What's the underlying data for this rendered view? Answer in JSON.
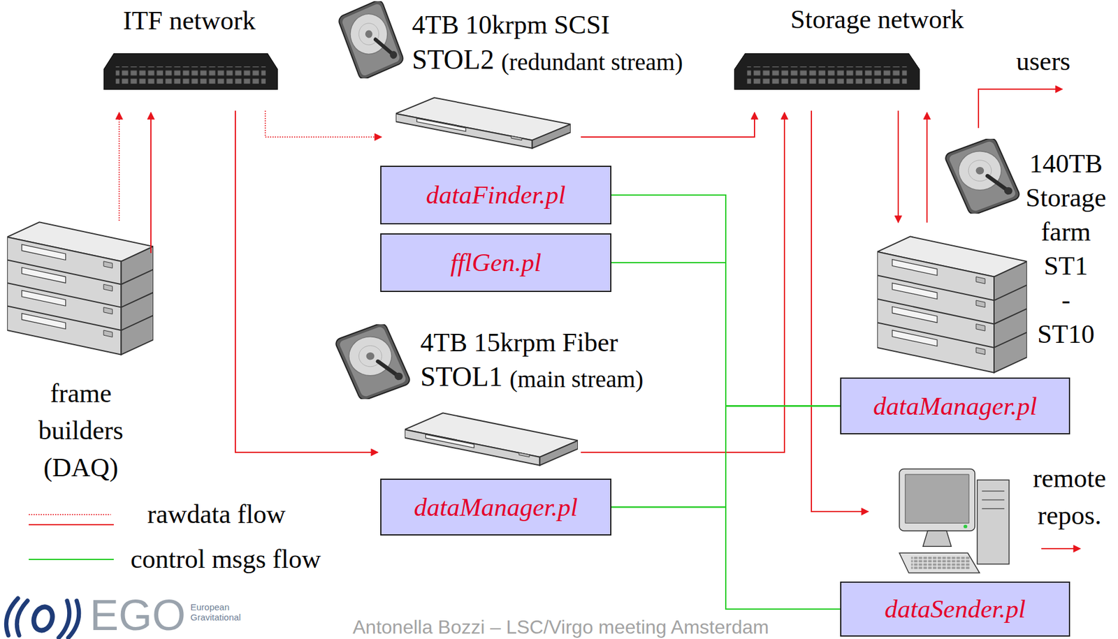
{
  "diagram": {
    "nodes": [
      {
        "text": [
          "dataFinder.pl"
        ]
      },
      {
        "text": [
          "fflGen.pl"
        ]
      },
      {
        "text": [
          "dataManager.pl"
        ]
      },
      {
        "text": [
          "dataManager.pl"
        ]
      },
      {
        "text": [
          "dataSender.pl"
        ]
      }
    ],
    "edges": [
      {
        "from": 0,
        "to": 2,
        "arrow": "none"
      },
      {
        "from": 0,
        "to": 4,
        "arrow": "none"
      },
      {
        "from": 1,
        "to": 2,
        "arrow": "none"
      },
      {
        "from": 1,
        "to": 4,
        "arrow": "none"
      },
      {
        "from": 3,
        "to": 2,
        "arrow": "none"
      },
      {
        "from": 3,
        "to": 4,
        "arrow": "none"
      }
    ],
    "labels": [
      "ITF network",
      "4TB 10krpm SCSI",
      "STOL2",
      "(redundant stream)",
      "Storage network",
      "users",
      "140TB Storage farm ST1 - ST10",
      "4TB 15krpm Fiber",
      "STOL1",
      "(main stream)",
      "frame builders (DAQ)",
      "remote repos.",
      "Antonella Bozzi – LSC/Virgo meeting Amsterdam",
      "EGO",
      "European Gravitational"
    ],
    "legend": [
      {
        "text": "rawdata flow"
      },
      {
        "text": "control msgs flow"
      }
    ]
  }
}
